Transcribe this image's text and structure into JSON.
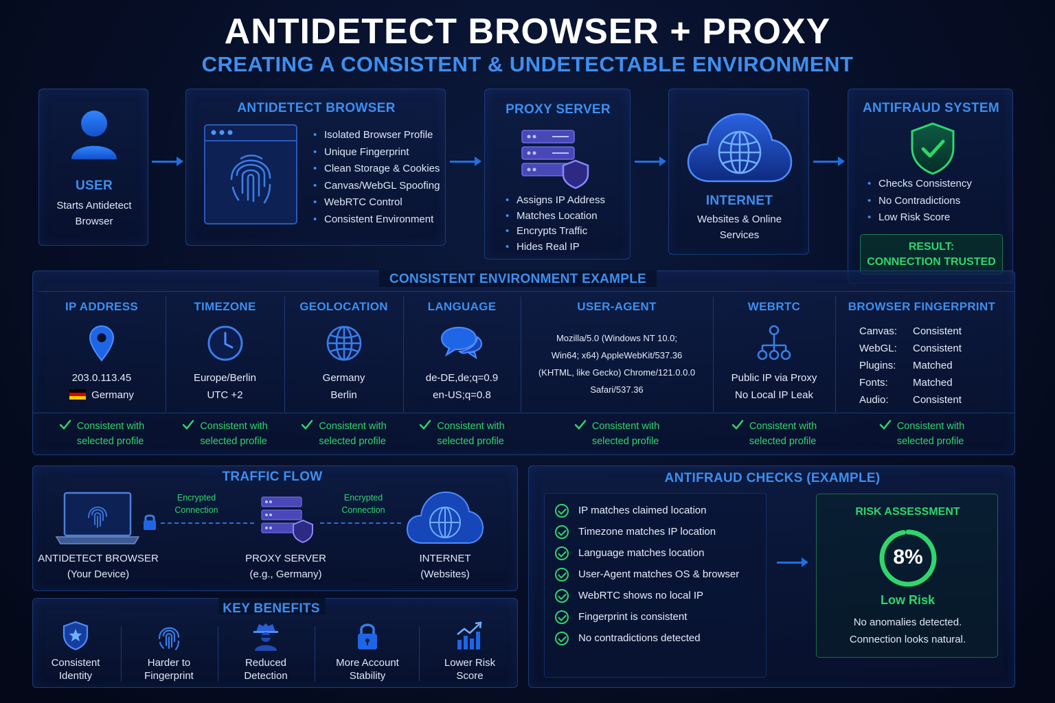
{
  "title": "ANTIDETECT BROWSER + PROXY",
  "subtitle": "CREATING A CONSISTENT & UNDETECTABLE ENVIRONMENT",
  "user": {
    "title": "USER",
    "desc_line1": "Starts Antidetect",
    "desc_line2": "Browser"
  },
  "antidetect": {
    "title": "ANTIDETECT BROWSER",
    "items": [
      "Isolated Browser Profile",
      "Unique Fingerprint",
      "Clean Storage & Cookies",
      "Canvas/WebGL Spoofing",
      "WebRTC Control",
      "Consistent Environment"
    ]
  },
  "proxy": {
    "title": "PROXY SERVER",
    "items": [
      "Assigns IP Address",
      "Matches Location",
      "Encrypts Traffic",
      "Hides Real IP"
    ]
  },
  "internet": {
    "title": "INTERNET",
    "desc_line1": "Websites & Online",
    "desc_line2": "Services"
  },
  "antifraud": {
    "title": "ANTIFRAUD SYSTEM",
    "items": [
      "Checks Consistency",
      "No Contradictions",
      "Low Risk Score"
    ],
    "result_line1": "RESULT:",
    "result_line2": "CONNECTION TRUSTED"
  },
  "env": {
    "title": "CONSISTENT ENVIRONMENT EXAMPLE",
    "ok_line1": "Consistent with",
    "ok_line2": "selected profile",
    "ip": {
      "title": "IP ADDRESS",
      "line1": "203.0.113.45",
      "line2": "Germany"
    },
    "tz": {
      "title": "TIMEZONE",
      "line1": "Europe/Berlin",
      "line2": "UTC +2"
    },
    "geo": {
      "title": "GEOLOCATION",
      "line1": "Germany",
      "line2": "Berlin"
    },
    "lang": {
      "title": "LANGUAGE",
      "line1": "de-DE,de;q=0.9",
      "line2": "en-US;q=0.8"
    },
    "ua": {
      "title": "USER-AGENT",
      "line1": "Mozilla/5.0 (Windows NT 10.0;",
      "line2": "Win64; x64) AppleWebKit/537.36",
      "line3": "(KHTML, like Gecko) Chrome/121.0.0.0",
      "line4": "Safari/537.36"
    },
    "webrtc": {
      "title": "WEBRTC",
      "line1": "Public IP via Proxy",
      "line2": "No Local IP Leak"
    },
    "fp": {
      "title": "BROWSER FINGERPRINT",
      "rows": [
        {
          "k": "Canvas:",
          "v": "Consistent"
        },
        {
          "k": "WebGL:",
          "v": "Consistent"
        },
        {
          "k": "Plugins:",
          "v": "Matched"
        },
        {
          "k": "Fonts:",
          "v": "Matched"
        },
        {
          "k": "Audio:",
          "v": "Consistent"
        }
      ]
    }
  },
  "traffic": {
    "title": "TRAFFIC FLOW",
    "enc_line1": "Encrypted",
    "enc_line2": "Connection",
    "browser_line1": "ANTIDETECT BROWSER",
    "browser_line2": "(Your Device)",
    "proxy_line1": "PROXY SERVER",
    "proxy_line2": "(e.g., Germany)",
    "internet_line1": "INTERNET",
    "internet_line2": "(Websites)"
  },
  "benefits": {
    "title": "KEY BENEFITS",
    "items": [
      {
        "line1": "Consistent",
        "line2": "Identity"
      },
      {
        "line1": "Harder to",
        "line2": "Fingerprint"
      },
      {
        "line1": "Reduced",
        "line2": "Detection"
      },
      {
        "line1": "More Account",
        "line2": "Stability"
      },
      {
        "line1": "Lower Risk",
        "line2": "Score"
      }
    ]
  },
  "checks": {
    "title": "ANTIFRAUD CHECKS (EXAMPLE)",
    "items": [
      "IP matches claimed location",
      "Timezone matches IP location",
      "Language matches location",
      "User-Agent matches OS & browser",
      "WebRTC shows no local IP",
      "Fingerprint is consistent",
      "No contradictions detected"
    ]
  },
  "risk": {
    "title": "RISK ASSESSMENT",
    "value": "8%",
    "fraction": 0.08,
    "level": "Low Risk",
    "note_line1": "No anomalies detected.",
    "note_line2": "Connection looks natural."
  },
  "colors": {
    "accent": "#3d8ff0",
    "ok": "#2fd66b",
    "border": "#1d3a78"
  }
}
